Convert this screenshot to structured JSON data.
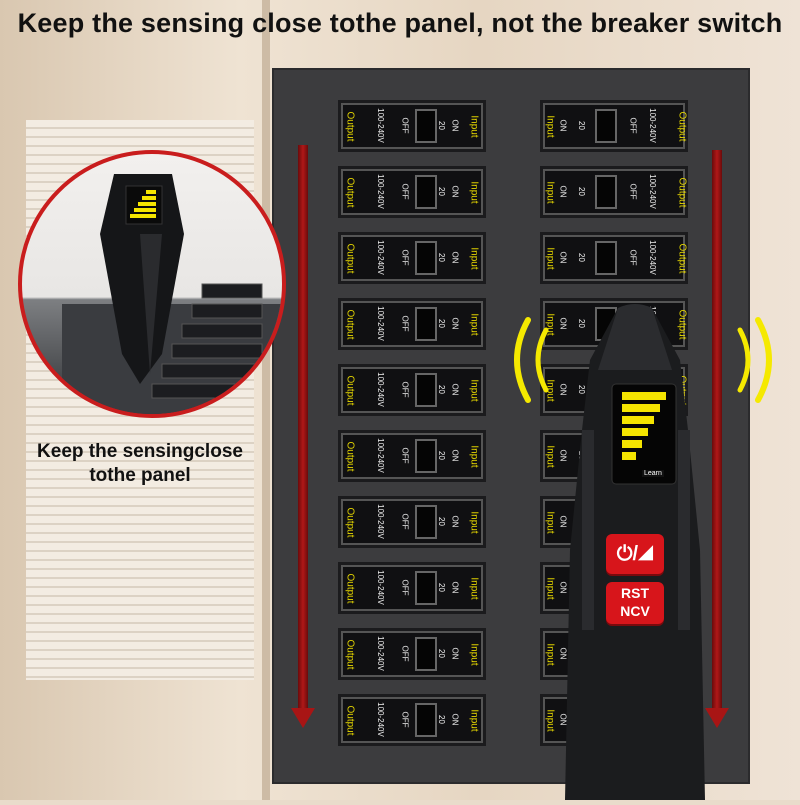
{
  "headline": "Keep the sensing close tothe panel, not the breaker switch",
  "caption_line1": "Keep the sensingclose",
  "caption_line2": "tothe panel",
  "breaker_labels": {
    "input": "Input",
    "on": "ON",
    "rating": "20",
    "off": "OFF",
    "voltage": "100-240V",
    "output": "Output"
  },
  "tester": {
    "display_label": "Learn",
    "power_button_icon": "power-flashlight-icon",
    "rst_label": "RST",
    "ncv_label": "NCV",
    "signal_level_bars": 6,
    "signal_level_max": 6
  },
  "colors": {
    "arrow": "#b01818",
    "circle_border": "#c91d1d",
    "display_bar": "#f4e400",
    "button": "#d7151b",
    "signal_wave": "#f5e900"
  }
}
